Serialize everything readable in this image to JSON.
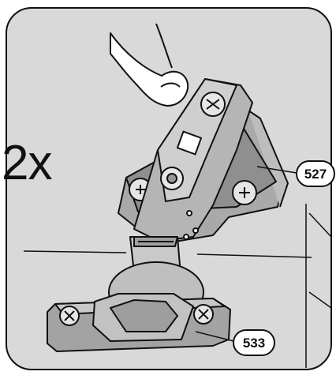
{
  "quantity_label": "2x",
  "callouts": [
    {
      "part": "527"
    },
    {
      "part": "533"
    }
  ]
}
